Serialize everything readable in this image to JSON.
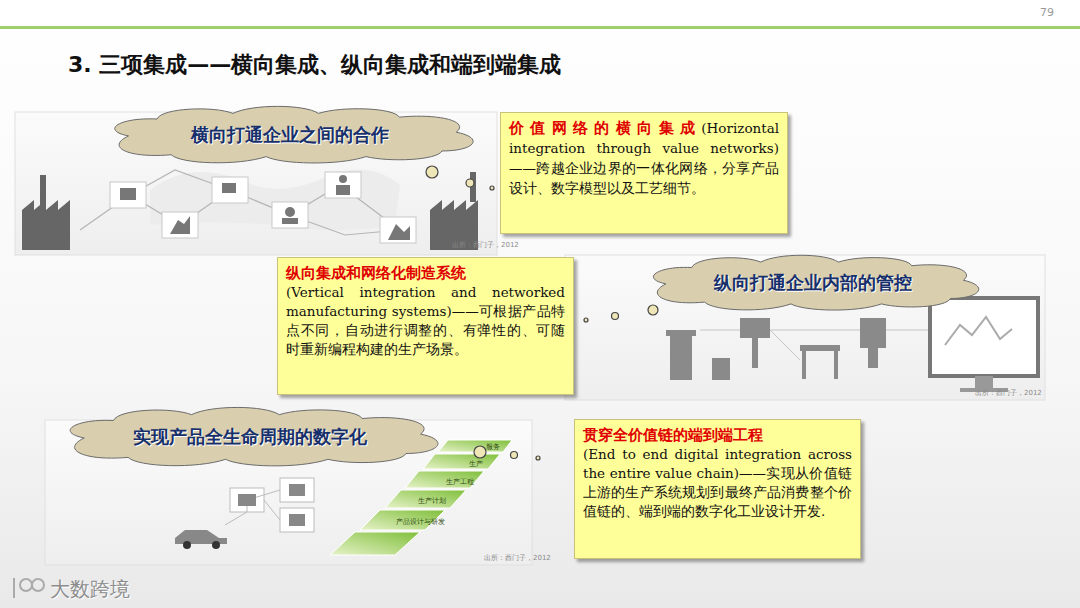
{
  "diagram": {
    "title": "3. 三项集成——横向集成、纵向集成和端到端集成",
    "nodes": [
      {
        "text": [
          "横向打通企业之间的合作"
        ]
      },
      {
        "text": [
          "价值网络的横向集成",
          "(Horizontal integration through value networks)——跨越企业边界的一体化网络，分享产品设计、数字模型以及工艺细节。"
        ]
      },
      {
        "text": [
          "纵向集成和网络化制造系统",
          "(Vertical integration and networked manufacturing systems)——可根据产品特点不同，自动进行调整的、有弹性的、可随时重新编程构建的生产场景。"
        ]
      },
      {
        "text": [
          "纵向打通企业内部的管控"
        ]
      },
      {
        "text": [
          "实现产品全生命周期的数字化"
        ]
      },
      {
        "text": [
          "贯穿全价值链的端到端工程",
          "(End to end digital integration across the entire value chain)——实现从价值链上游的生产系统规划到最终产品消费整个价值链的、端到端的数字化工业设计开发."
        ]
      }
    ],
    "edges": [],
    "labels": [
      "79",
      "出所：西门子，2012",
      "出所：西门子，2012",
      "出所：西门子，2012",
      "服务",
      "生产",
      "生产工程",
      "生产计划",
      "产品设计与研发",
      "大数跨境"
    ]
  }
}
